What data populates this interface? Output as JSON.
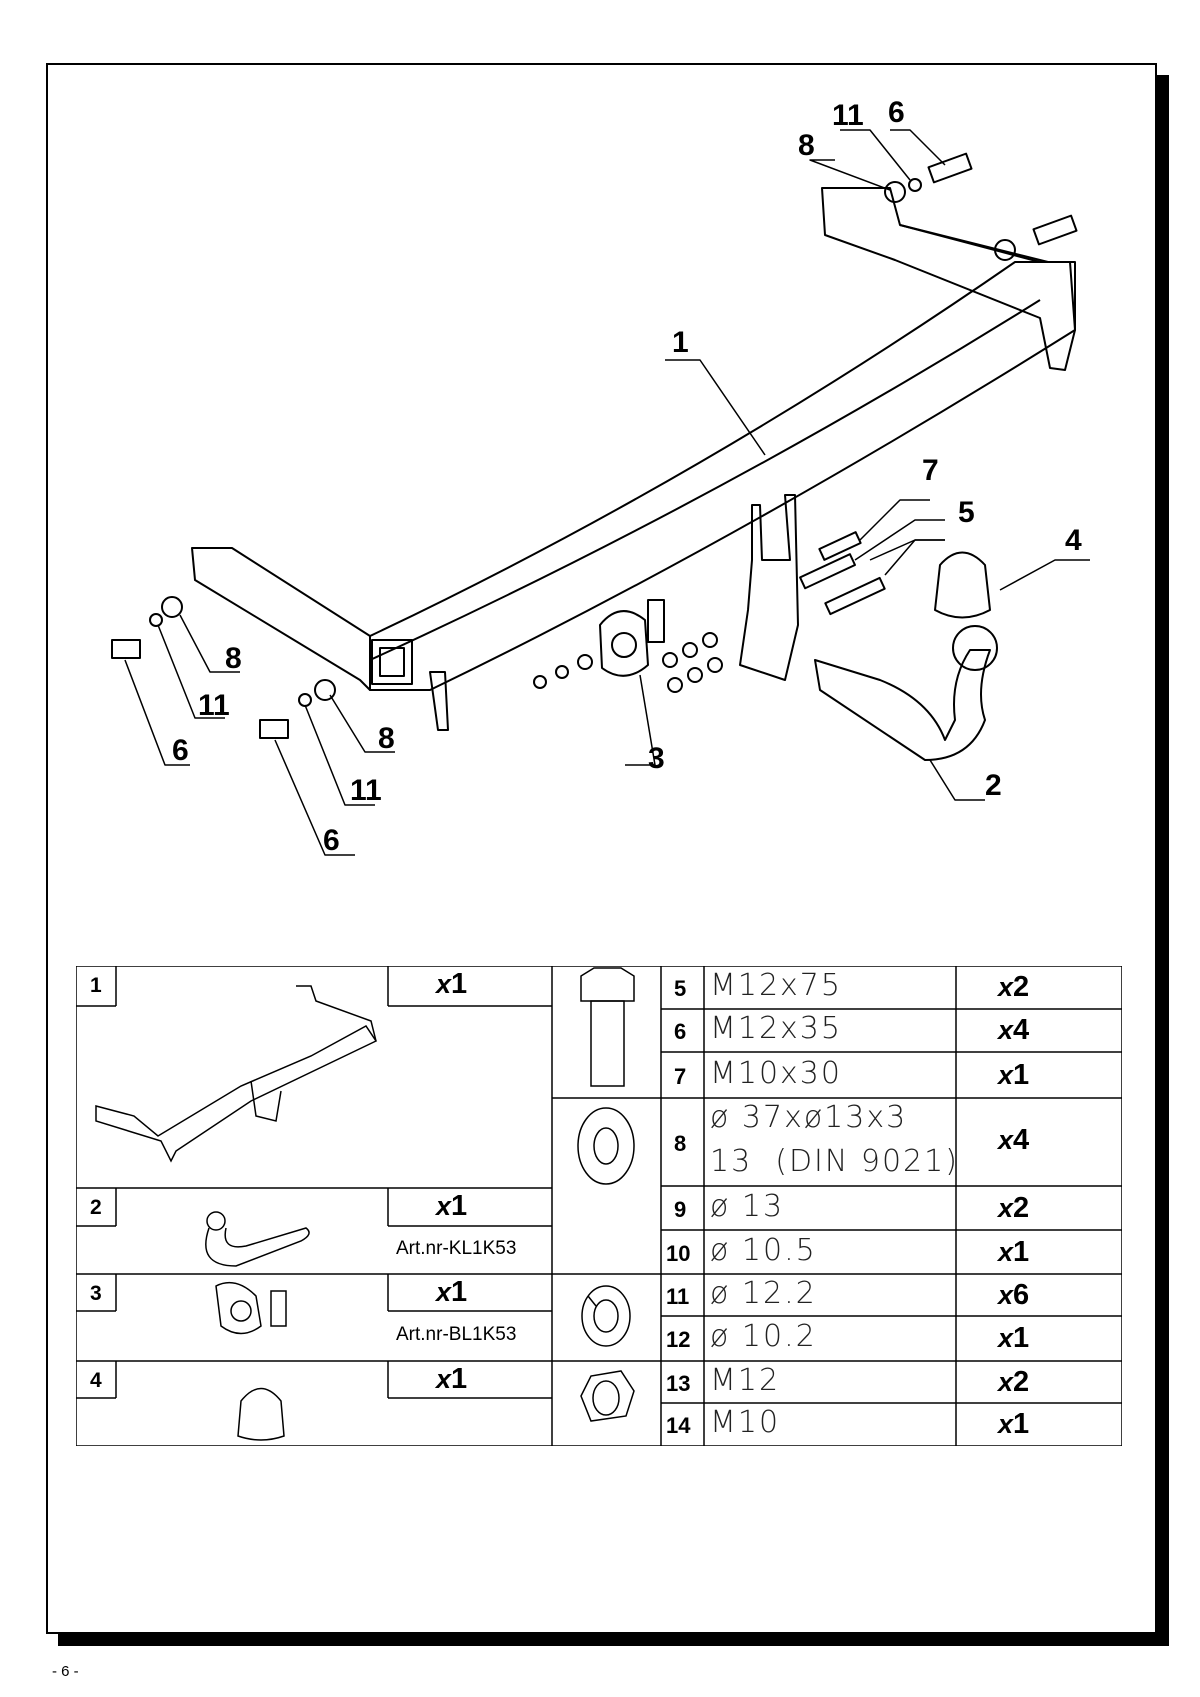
{
  "callouts": {
    "c1": "1",
    "c2": "2",
    "c3": "3",
    "c4": "4",
    "c5": "5",
    "c7": "7",
    "c6_top": "6",
    "c11_top": "11",
    "c8_top": "8",
    "c8_left": "8",
    "c11_left": "11",
    "c6_left": "6",
    "c8_mid": "8",
    "c11_mid": "11",
    "c6_mid": "6"
  },
  "table": {
    "left_items": [
      {
        "num": "1",
        "qty_x": "x",
        "qty_n": "1",
        "art": ""
      },
      {
        "num": "2",
        "qty_x": "x",
        "qty_n": "1",
        "art": "Art.nr-KL1K53"
      },
      {
        "num": "3",
        "qty_x": "x",
        "qty_n": "1",
        "art": "Art.nr-BL1K53"
      },
      {
        "num": "4",
        "qty_x": "x",
        "qty_n": "1",
        "art": ""
      }
    ],
    "right_rows": [
      {
        "num": "5",
        "spec": "M12x75",
        "spec2": "",
        "qty_x": "x",
        "qty_n": "2"
      },
      {
        "num": "6",
        "spec": "M12x35",
        "spec2": "",
        "qty_x": "x",
        "qty_n": "4"
      },
      {
        "num": "7",
        "spec": "M10x30",
        "spec2": "",
        "qty_x": "x",
        "qty_n": "1"
      },
      {
        "num": "8",
        "spec": "ø 37xø13x3",
        "spec2": "13  (DIN 9021)",
        "qty_x": "x",
        "qty_n": "4"
      },
      {
        "num": "9",
        "spec": "ø 13",
        "spec2": "",
        "qty_x": "x",
        "qty_n": "2"
      },
      {
        "num": "10",
        "spec": "ø 10.5",
        "spec2": "",
        "qty_x": "x",
        "qty_n": "1"
      },
      {
        "num": "11",
        "spec": "ø 12.2",
        "spec2": "",
        "qty_x": "x",
        "qty_n": "6"
      },
      {
        "num": "12",
        "spec": "ø 10.2",
        "spec2": "",
        "qty_x": "x",
        "qty_n": "1"
      },
      {
        "num": "13",
        "spec": "M12",
        "spec2": "",
        "qty_x": "x",
        "qty_n": "2"
      },
      {
        "num": "14",
        "spec": "M10",
        "spec2": "",
        "qty_x": "x",
        "qty_n": "1"
      }
    ]
  },
  "page_number": "- 6 -"
}
